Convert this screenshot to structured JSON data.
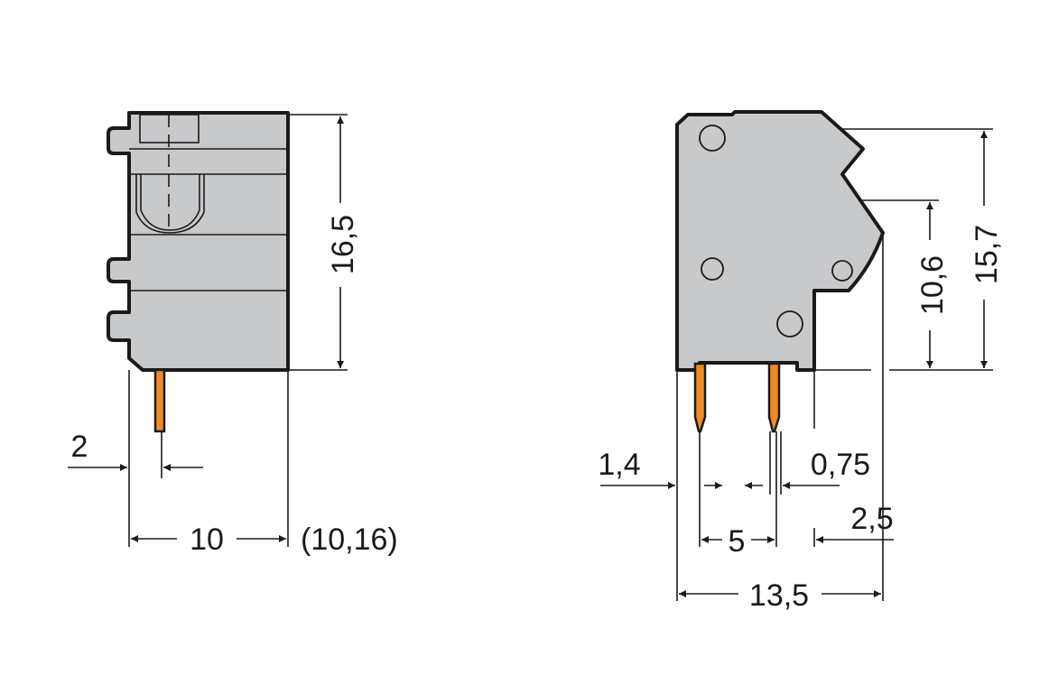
{
  "colors": {
    "housing": "#c8c9cb",
    "pin": "#f08a24",
    "outline": "#1a1a1a"
  },
  "side_view": {
    "height_label": "16,5",
    "pin_offset_label": "2",
    "width_label": "10",
    "alt_width_label": "(10,16)"
  },
  "front_view": {
    "total_height_label": "15,7",
    "entry_height_label": "10,6",
    "edge_offset_label": "1,4",
    "pin_width_label": "0,75",
    "pitch_label": "5",
    "rear_offset_label": "2,5",
    "depth_label": "13,5"
  }
}
